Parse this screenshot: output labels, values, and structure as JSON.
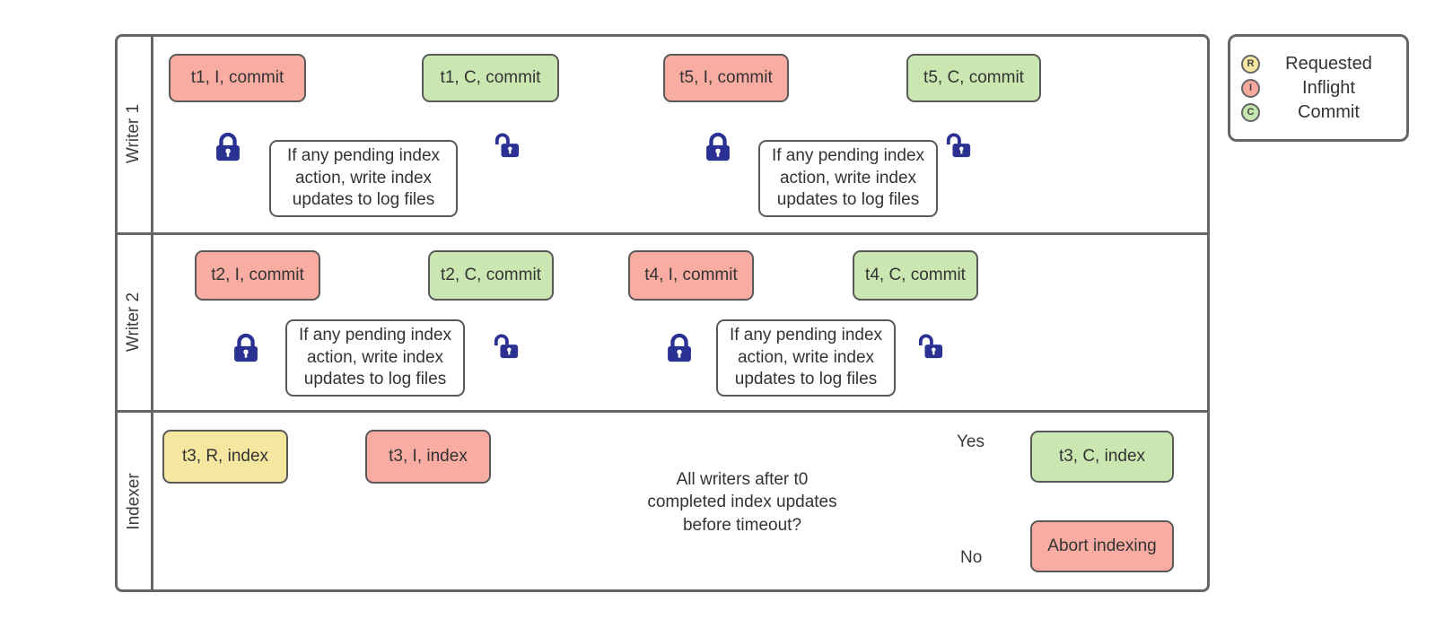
{
  "diagram": {
    "colors": {
      "requested_fill": "#f5e7a0",
      "inflight_fill": "#f9aca2",
      "commit_fill": "#cbe7b1",
      "line": "#666666",
      "lock": "#2a3192"
    },
    "lanes": [
      {
        "label": "Writer 1",
        "flows": [
          {
            "start": "t1, I, commit",
            "process": "If any pending index action, write index updates to log files",
            "end": "t1, C, commit"
          },
          {
            "start": "t5, I, commit",
            "process": "If any pending index action, write index updates to log files",
            "end": "t5, C, commit"
          }
        ]
      },
      {
        "label": "Writer 2",
        "flows": [
          {
            "start": "t2, I, commit",
            "process": "If any pending index action, write index updates to log files",
            "end": "t2, C, commit"
          },
          {
            "start": "t4, I, commit",
            "process": "If any pending index action, write index updates to log files",
            "end": "t4, C, commit"
          }
        ]
      },
      {
        "label": "Indexer",
        "requested": "t3, R, index",
        "inflight": "t3, I, index",
        "decision": {
          "question": "All writers after t0 completed index updates before timeout?",
          "yes_label": "Yes",
          "no_label": "No"
        },
        "commit": "t3, C, index",
        "abort": "Abort indexing"
      }
    ],
    "legend": {
      "items": [
        {
          "letter": "R",
          "label": "Requested",
          "color": "#f5e7a0"
        },
        {
          "letter": "I",
          "label": "Inflight",
          "color": "#f7a9a0"
        },
        {
          "letter": "C",
          "label": "Commit",
          "color": "#c5e6ae"
        }
      ]
    }
  }
}
